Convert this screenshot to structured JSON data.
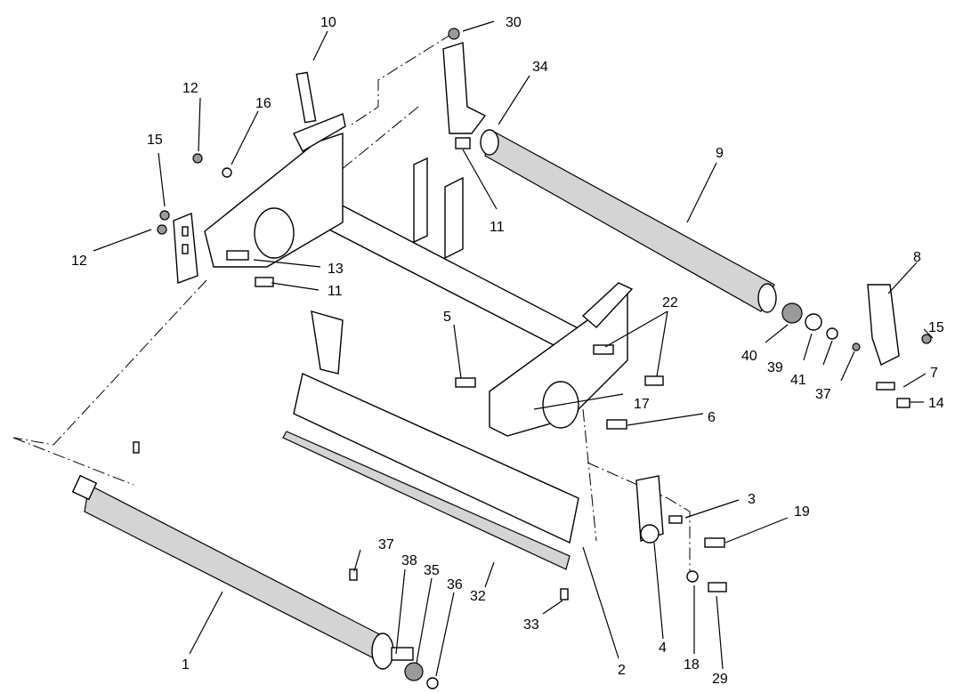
{
  "diagram": {
    "callouts": {
      "c1": "1",
      "c2": "2",
      "c3": "3",
      "c4": "4",
      "c5": "5",
      "c6": "6",
      "c7": "7",
      "c8": "8",
      "c9": "9",
      "c10": "10",
      "c11a": "11",
      "c11b": "11",
      "c12a": "12",
      "c12b": "12",
      "c13": "13",
      "c14": "14",
      "c15a": "15",
      "c15b": "15",
      "c16": "16",
      "c17": "17",
      "c18": "18",
      "c19": "19",
      "c22": "22",
      "c29": "29",
      "c30": "30",
      "c32": "32",
      "c33": "33",
      "c34": "34",
      "c35": "35",
      "c36": "36",
      "c37a": "37",
      "c37b": "37",
      "c38": "38",
      "c39": "39",
      "c40": "40",
      "c41": "41"
    }
  }
}
